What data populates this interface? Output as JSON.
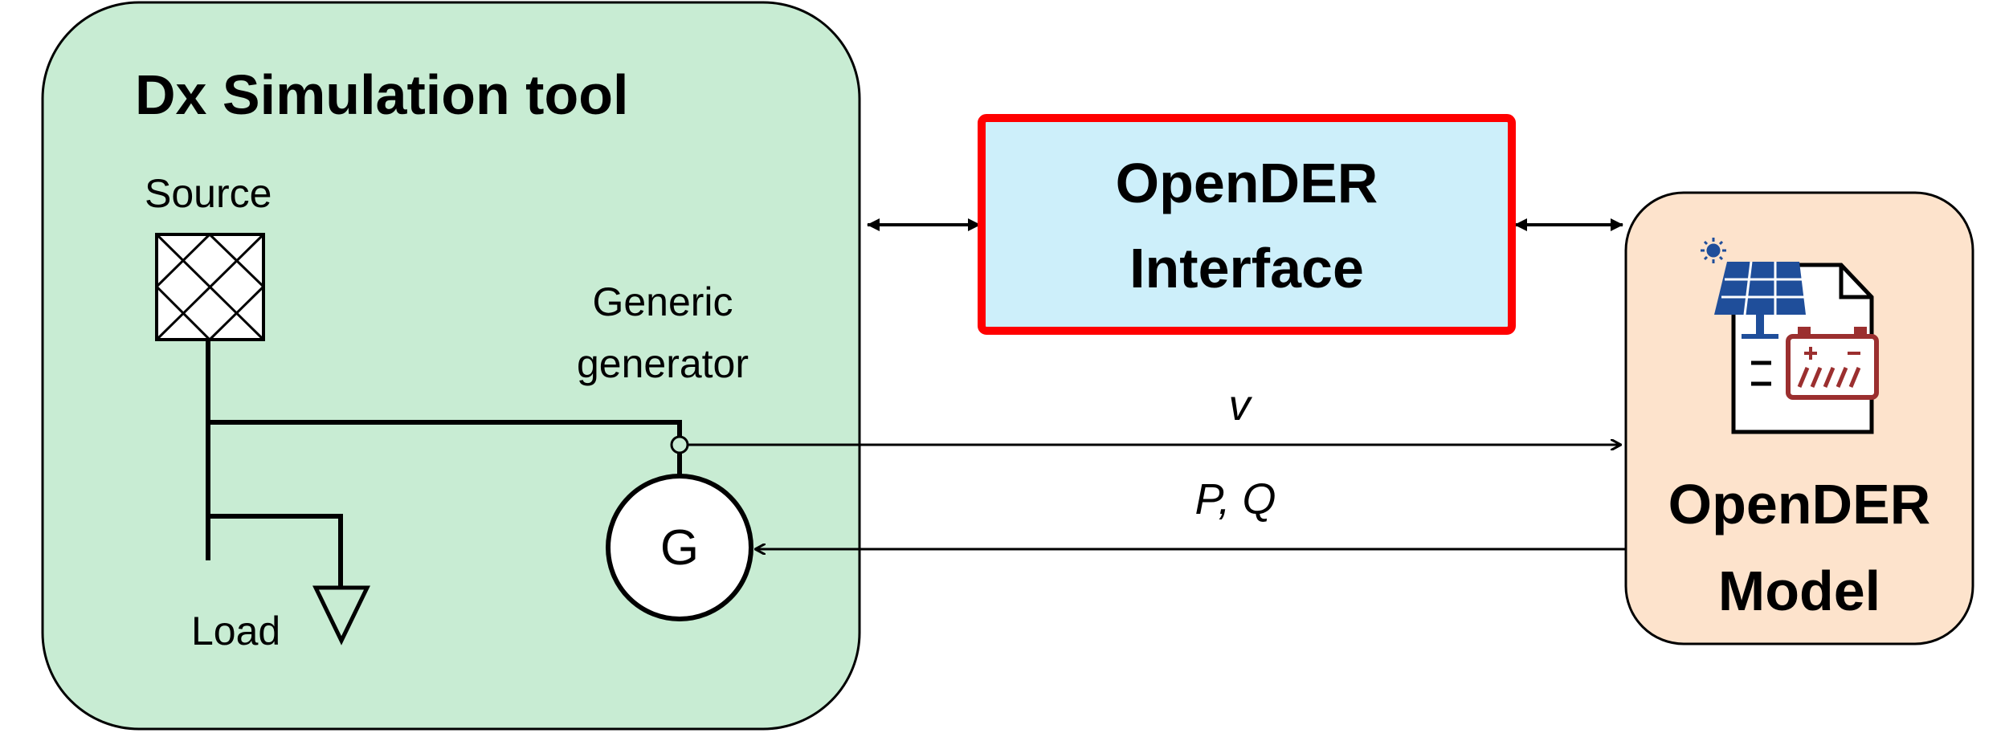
{
  "sim_tool": {
    "title": "Dx Simulation tool",
    "source_label": "Source",
    "load_label": "Load",
    "generator_label_line1": "Generic",
    "generator_label_line2": "generator",
    "generator_symbol": "G",
    "fill_color": "#c8ecd3"
  },
  "interface": {
    "line1": "OpenDER",
    "line2": "Interface",
    "fill_color": "#cdeffa",
    "border_color": "#ff0000"
  },
  "model": {
    "line1": "OpenDER",
    "line2": "Model",
    "fill_color": "#fde3cc",
    "icons": [
      "sun-icon",
      "solar-panel-icon",
      "document-icon",
      "battery-icon"
    ]
  },
  "signals": {
    "voltage": "v",
    "power": "P, Q"
  }
}
